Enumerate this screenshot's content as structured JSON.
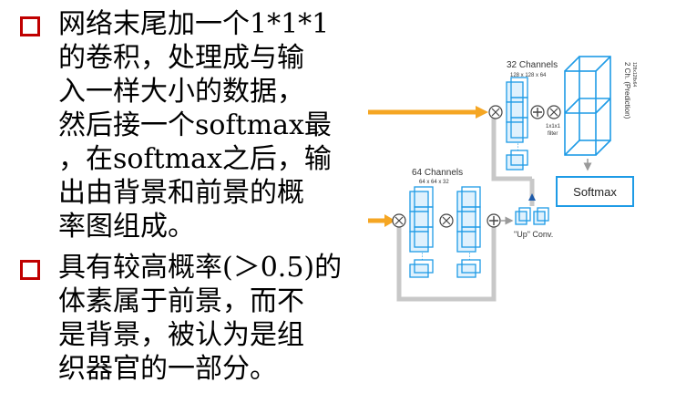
{
  "bullets": [
    {
      "lines": [
        "网络末尾加一个1*1*1",
        "的卷积，处理成与输",
        "入一样大小的数据，",
        "然后接一个softmax最",
        "，在softmax之后，输",
        "出由背景和前景的概",
        "率图组成。"
      ]
    },
    {
      "lines": [
        "具有较高概率(＞0.5)的",
        "体素属于前景，而不",
        "是背景，被认为是组",
        "织器官的一部分。"
      ]
    }
  ],
  "diagram": {
    "ch32_label": "32 Channels",
    "ch32_dims": "128 x 128 x 64",
    "ch64_label": "64 Channels",
    "ch64_dims": "64 x 64 x 32",
    "filter_dims": "1x1x1",
    "filter_label": "filter",
    "output_label": "2 Ch. (Prediction)",
    "output_dims": "128x128x64",
    "softmax_label": "Softmax",
    "upconv_label": "\"Up\" Conv.",
    "colors": {
      "cube": "#1e9be6",
      "arrow": "#f5a623",
      "skip": "#c8c8c8"
    }
  }
}
